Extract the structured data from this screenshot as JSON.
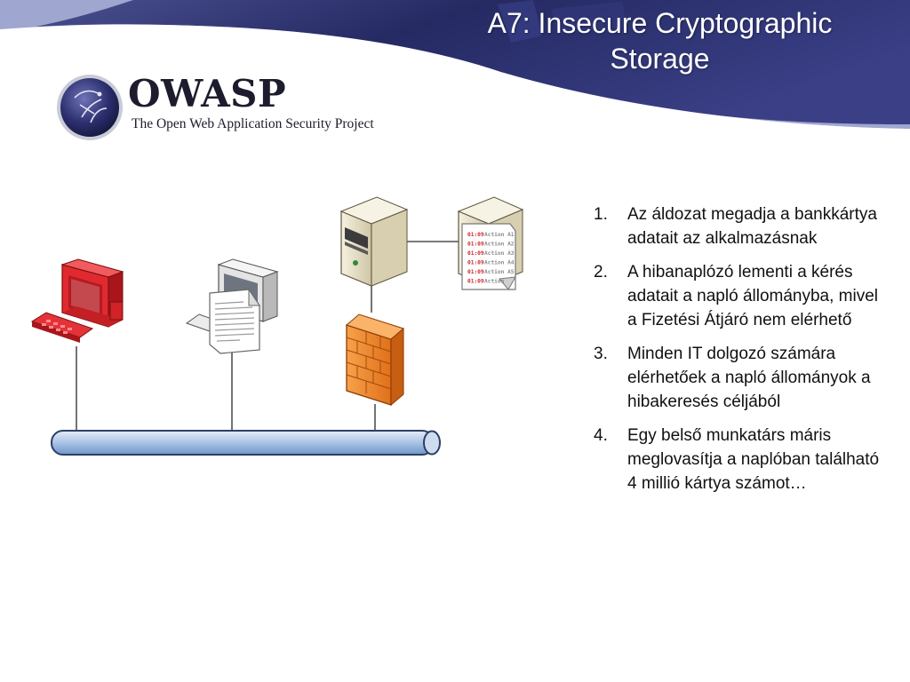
{
  "slide": {
    "title_lines": [
      "A7: Insecure Cryptographic",
      "Storage"
    ],
    "colors": {
      "header_navy": "#2b2f6e",
      "accent_blue": "#5b7fd1",
      "firewall_orange": "#f08a2b",
      "pc_red": "#d4202a"
    }
  },
  "logo": {
    "name": "OWASP",
    "tagline": "The Open Web Application Security Project"
  },
  "diagram": {
    "log_entries": [
      {
        "time": "01:09",
        "action": "Action A1"
      },
      {
        "time": "01:09",
        "action": "Action A2"
      },
      {
        "time": "01:09",
        "action": "Action A3"
      },
      {
        "time": "01:09",
        "action": "Action A4"
      },
      {
        "time": "01:09",
        "action": "Action A5"
      },
      {
        "time": "01:09",
        "action": "Action"
      }
    ],
    "icons": [
      "red-workstation-icon",
      "document-workstation-icon",
      "firewall-icon",
      "server-icon",
      "log-server-icon",
      "network-bus-icon"
    ]
  },
  "steps": [
    {
      "num": "1.",
      "text": "Az áldozat megadja a bankkártya adatait az alkalmazásnak"
    },
    {
      "num": "2.",
      "text": "A hibanaplózó lementi a kérés adatait a napló állományba, mivel a Fizetési Átjáró nem elérhető"
    },
    {
      "num": "3.",
      "text": "Minden IT dolgozó számára elérhetőek a napló állományok a hibakeresés céljából"
    },
    {
      "num": "4.",
      "text": "Egy belső munkatárs máris meglovasítja a naplóban található 4 millió kártya számot…"
    }
  ]
}
